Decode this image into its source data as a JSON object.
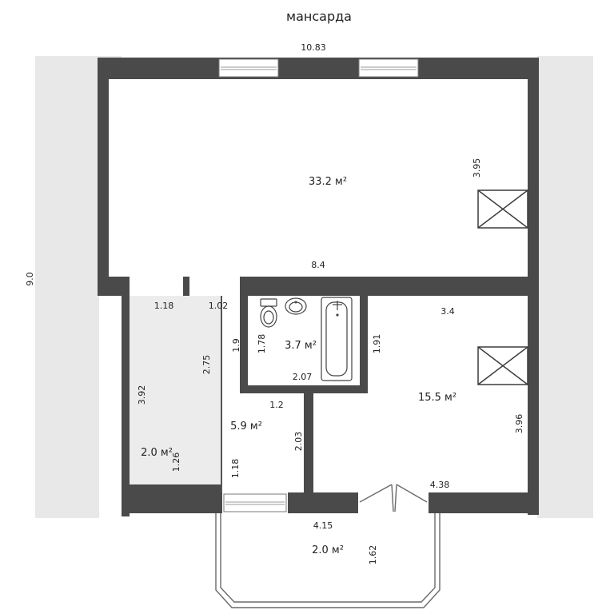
{
  "title": "мансарда",
  "dimensions": {
    "top_width": "10.83",
    "left_height": "9.0",
    "big_room_height": "3.95",
    "big_room_width": "8.4",
    "hall_width_a": "1.18",
    "hall_width_b": "1.02",
    "closet_height": "2.75",
    "hall_height": "3.92",
    "closet_small": "1.26",
    "bath_height_a": "1.9",
    "bath_height_b": "1.78",
    "bath_height_c": "1.91",
    "bath_width": "2.07",
    "corridor_width": "1.2",
    "corridor_height": "2.03",
    "corridor_small": "1.18",
    "right_room_width": "3.4",
    "right_room_height": "3.96",
    "right_room_bottom": "4.38",
    "balcony_width": "4.15",
    "balcony_depth": "1.62"
  },
  "areas": {
    "big_room": "33.2 м²",
    "bathroom": "3.7 м²",
    "right_room": "15.5 м²",
    "corridor": "5.9 м²",
    "closet": "2.0 м²",
    "balcony": "2.0 м²"
  },
  "colors": {
    "wall": "#4a4a4a",
    "side_band": "#e8e8e8"
  }
}
